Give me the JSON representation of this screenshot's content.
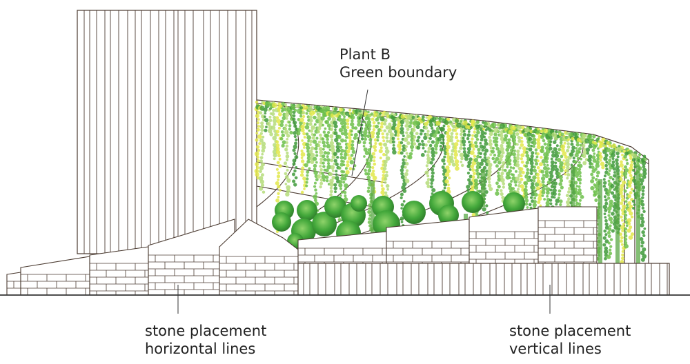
{
  "annotations": {
    "plant": {
      "line1": "Plant B",
      "line2": "Green boundary"
    },
    "stone_horizontal": {
      "line1": "stone placement",
      "line2": "horizontal lines"
    },
    "stone_vertical": {
      "line1": "stone placement",
      "line2": "vertical lines"
    }
  },
  "colors": {
    "line": "#4a3a30",
    "vine_dark": "#3f9a3a",
    "vine_mid": "#6cbf4a",
    "vine_light": "#b5dc7a",
    "vine_yellow": "#e2e84a",
    "shrub": "#43a83b"
  }
}
